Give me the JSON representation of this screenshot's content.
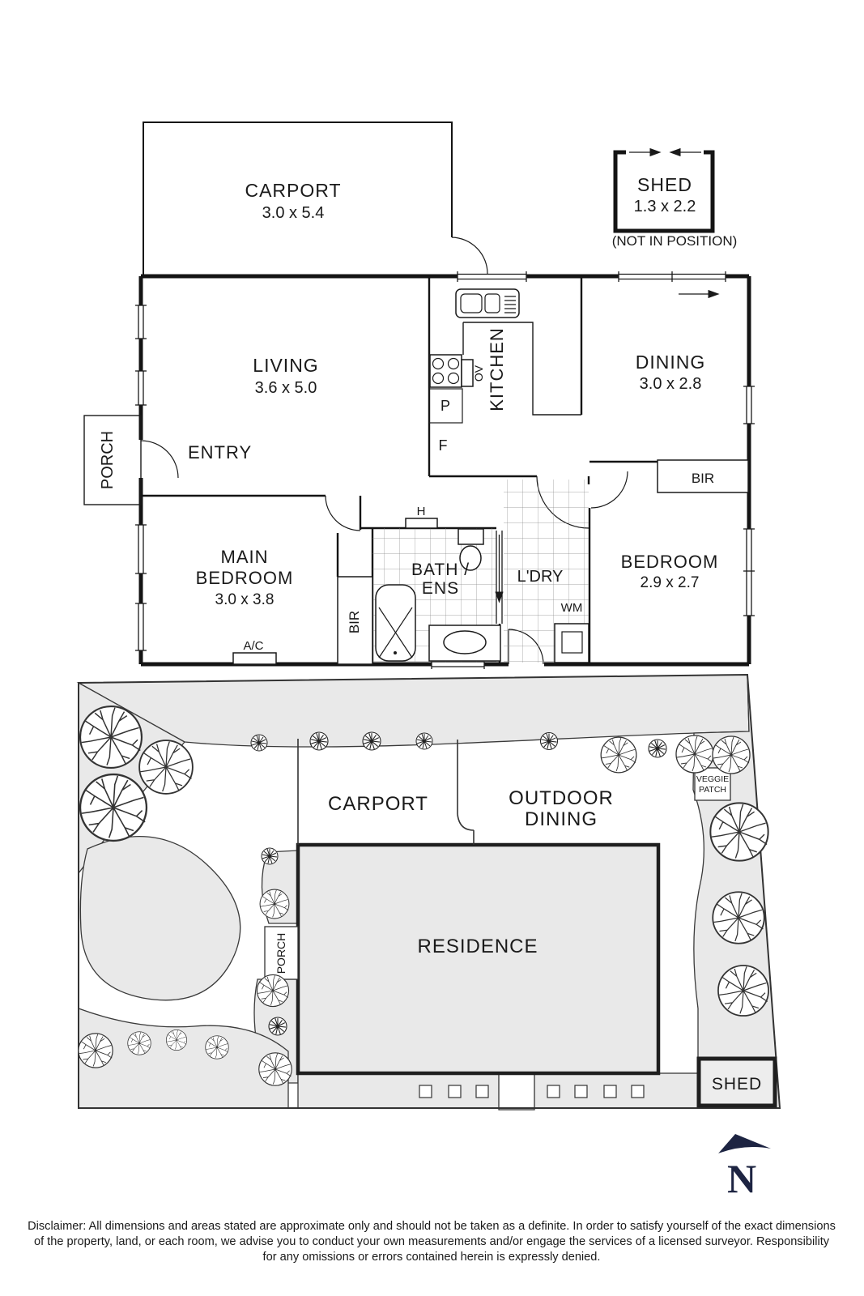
{
  "floor_plan": {
    "carport": {
      "label": "CARPORT",
      "dims": "3.0 x 5.4"
    },
    "shed": {
      "label": "SHED",
      "dims": "1.3 x 2.2",
      "note": "(NOT IN POSITION)"
    },
    "living": {
      "label": "LIVING",
      "dims": "3.6 x 5.0"
    },
    "dining": {
      "label": "DINING",
      "dims": "3.0 x 2.8"
    },
    "kitchen": {
      "label": "KITCHEN",
      "oven": "OV",
      "pantry": "P",
      "fridge": "F"
    },
    "porch": {
      "label": "PORCH"
    },
    "entry": {
      "label": "ENTRY"
    },
    "main_bedroom": {
      "label_line1": "MAIN",
      "label_line2": "BEDROOM",
      "dims": "3.0 x 3.8",
      "ac": "A/C",
      "robe": "BIR"
    },
    "bathroom": {
      "label_line1": "BATH /",
      "label_line2": "ENS",
      "linen": "H"
    },
    "laundry": {
      "label": "L'DRY",
      "washer": "WM"
    },
    "bedroom2": {
      "label": "BEDROOM",
      "dims": "2.9 x 2.7",
      "robe": "BIR"
    }
  },
  "site_plan": {
    "carport": "CARPORT",
    "outdoor_dining_line1": "OUTDOOR",
    "outdoor_dining_line2": "DINING",
    "residence": "RESIDENCE",
    "porch": "PORCH",
    "veggie_line1": "VEGGIE",
    "veggie_line2": "PATCH",
    "shed": "SHED"
  },
  "compass": {
    "north": "N"
  },
  "disclaimer": {
    "line1": "Disclaimer: All dimensions and areas stated are approximate only and should not be taken as a definite. In order to satisfy yourself of the exact dimensions",
    "line2": "of the property, land, or each room, we advise you to conduct your own measurements and/or engage the services of a licensed surveyor. Responsibility",
    "line3": "for any omissions or errors contained herein is expressly denied."
  },
  "colors": {
    "wall": "#141414",
    "garden_fill": "#e9e9e9",
    "north_arrow": "#1d2442"
  }
}
